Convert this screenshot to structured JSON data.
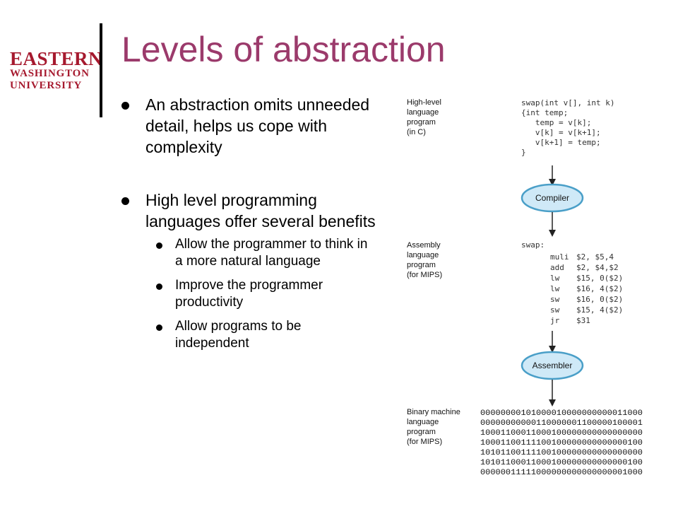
{
  "logo": {
    "line1": "EASTERN",
    "line2": "WASHINGTON",
    "line3": "UNIVERSITY"
  },
  "title": "Levels of abstraction",
  "bullets": [
    {
      "text": "An abstraction omits unneeded detail, helps us cope with complexity"
    },
    {
      "text": "High level programming languages offer several benefits",
      "sub": [
        "Allow the programmer to think in a more natural language",
        "Improve the programmer productivity",
        "Allow programs to be independent"
      ]
    }
  ],
  "diagram": {
    "high_level_label": [
      "High-level",
      "language",
      "program",
      "(in C)"
    ],
    "c_code": [
      "swap(int v[], int k)",
      "{int temp;",
      "   temp = v[k];",
      "   v[k] = v[k+1];",
      "   v[k+1] = temp;",
      "}"
    ],
    "compiler": "Compiler",
    "assembly_label": [
      "Assembly",
      "language",
      "program",
      "(for MIPS)"
    ],
    "asm_header": "swap:",
    "asm_lines": [
      [
        "muli",
        "$2, $5,4"
      ],
      [
        "add",
        "$2, $4,$2"
      ],
      [
        "lw",
        "$15, 0($2)"
      ],
      [
        "lw",
        "$16, 4($2)"
      ],
      [
        "sw",
        "$16, 0($2)"
      ],
      [
        "sw",
        "$15, 4($2)"
      ],
      [
        "jr",
        "$31"
      ]
    ],
    "assembler": "Assembler",
    "binary_label": [
      "Binary machine",
      "language",
      "program",
      "(for MIPS)"
    ],
    "binary_lines": [
      "00000000101000010000000000011000",
      "00000000000110000001100000100001",
      "10001100011000100000000000000000",
      "10001100111100100000000000000100",
      "10101100111100100000000000000000",
      "10101100011000100000000000000100",
      "00000011111000000000000000001000"
    ],
    "colors": {
      "oval_fill": "#cfe9f7",
      "oval_stroke": "#4a9fc8"
    }
  }
}
